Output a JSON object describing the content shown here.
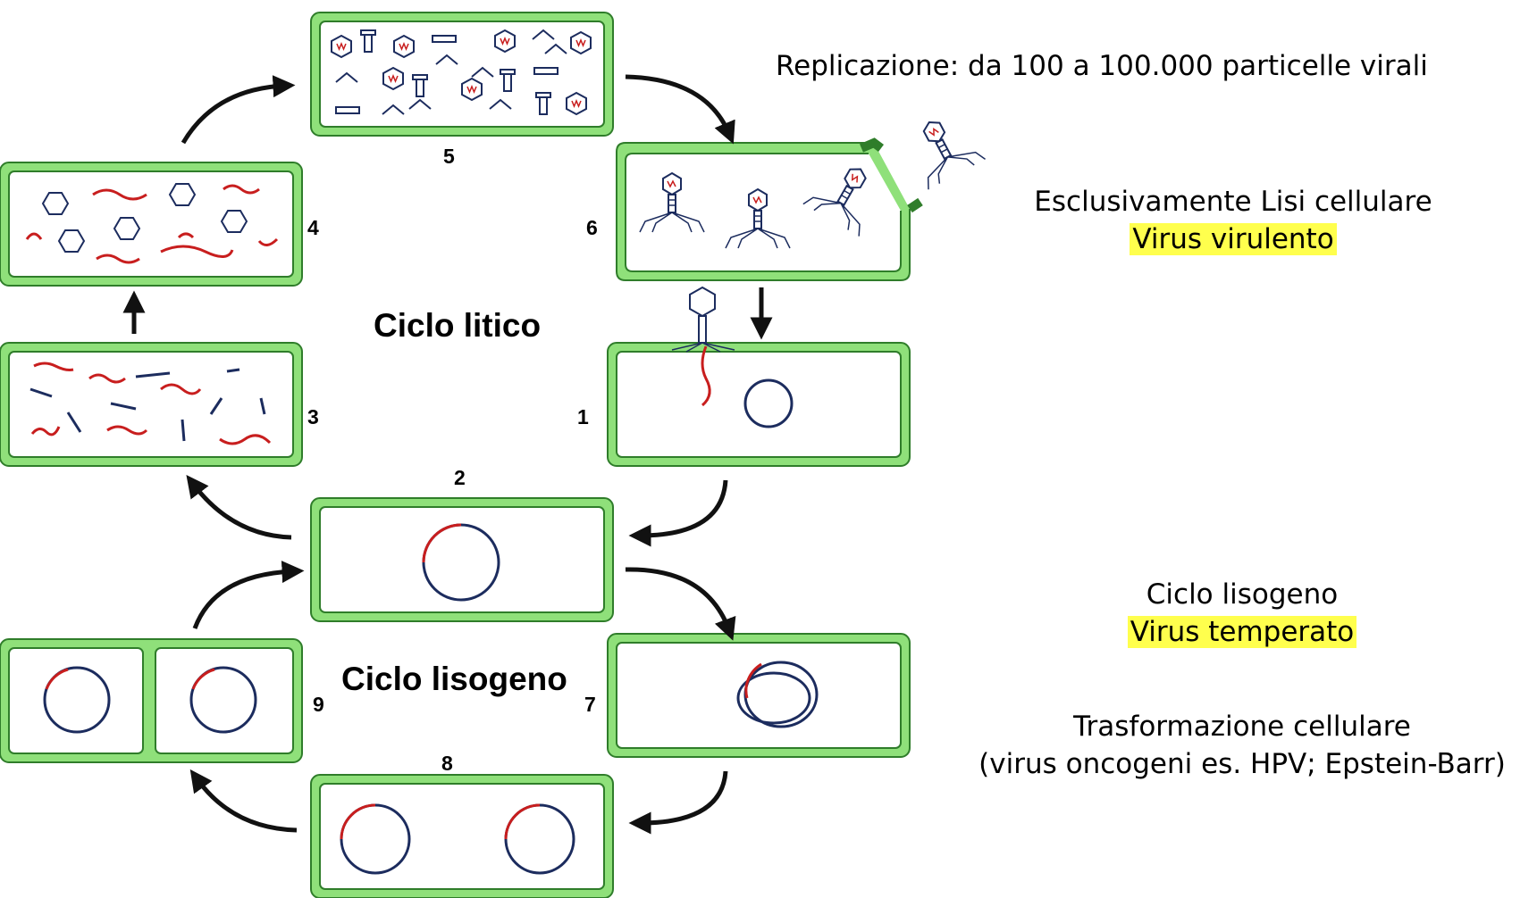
{
  "diagram": {
    "title_lytic": "Ciclo litico",
    "title_lysogenic": "Ciclo lisogeno",
    "step_numbers": [
      "1",
      "2",
      "3",
      "4",
      "5",
      "6",
      "7",
      "8",
      "9"
    ]
  },
  "captions": {
    "replication": "Replicazione: da 100 a 100.000 particelle virali",
    "lysis": "Esclusivamente Lisi cellulare",
    "virulent": "Virus virulento",
    "lysogenic": "Ciclo lisogeno",
    "temperate": "Virus temperato",
    "transformation": "Trasformazione cellulare",
    "oncogenic": "(virus oncogeni es. HPV; Epstein-Barr)"
  },
  "colors": {
    "cell_wall": "#8fe07a",
    "dna_host": "#1c2c5e",
    "dna_viral": "#c81e1e",
    "highlight": "#ffff4d"
  }
}
